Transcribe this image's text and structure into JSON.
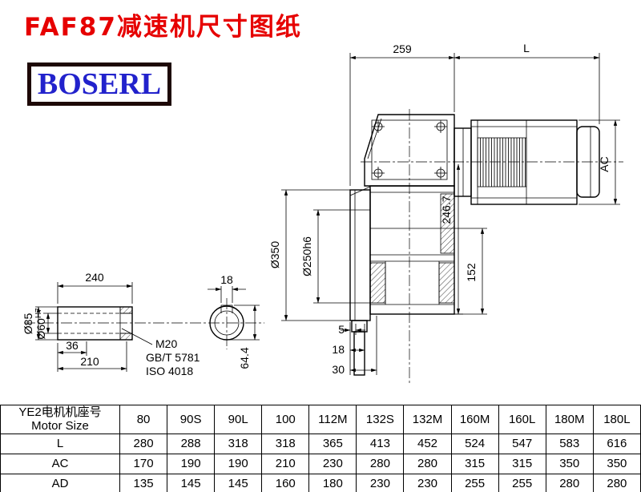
{
  "page": {
    "title": "FAF87减速机尺寸图纸",
    "logo": "BOSERL"
  },
  "drawing": {
    "d259": "259",
    "dL": "L",
    "dAC": "AC",
    "d350": "Ø350",
    "d250": "Ø250h6",
    "d2467": "246.7",
    "d152": "152",
    "d5": "5",
    "d18b": "18",
    "d30": "30",
    "d18k": "18",
    "d644": "64.4",
    "d240": "240",
    "d85": "Ø85",
    "d60": "Ø60",
    "d60sup": "H7",
    "d36": "36",
    "d210": "210",
    "m20": "M20",
    "gb": "GB/T 5781",
    "iso": "ISO 4018"
  },
  "table": {
    "header_cn": "YE2电机机座号",
    "header_en": "Motor Size",
    "sizes": [
      "80",
      "90S",
      "90L",
      "100",
      "112M",
      "132S",
      "132M",
      "160M",
      "160L",
      "180M",
      "180L"
    ],
    "rows": [
      {
        "label": "L",
        "values": [
          "280",
          "288",
          "318",
          "318",
          "365",
          "413",
          "452",
          "524",
          "547",
          "583",
          "616"
        ]
      },
      {
        "label": "AC",
        "values": [
          "170",
          "190",
          "190",
          "210",
          "230",
          "280",
          "280",
          "315",
          "315",
          "350",
          "350"
        ]
      },
      {
        "label": "AD",
        "values": [
          "135",
          "145",
          "145",
          "160",
          "180",
          "230",
          "230",
          "255",
          "255",
          "280",
          "280"
        ]
      }
    ]
  }
}
